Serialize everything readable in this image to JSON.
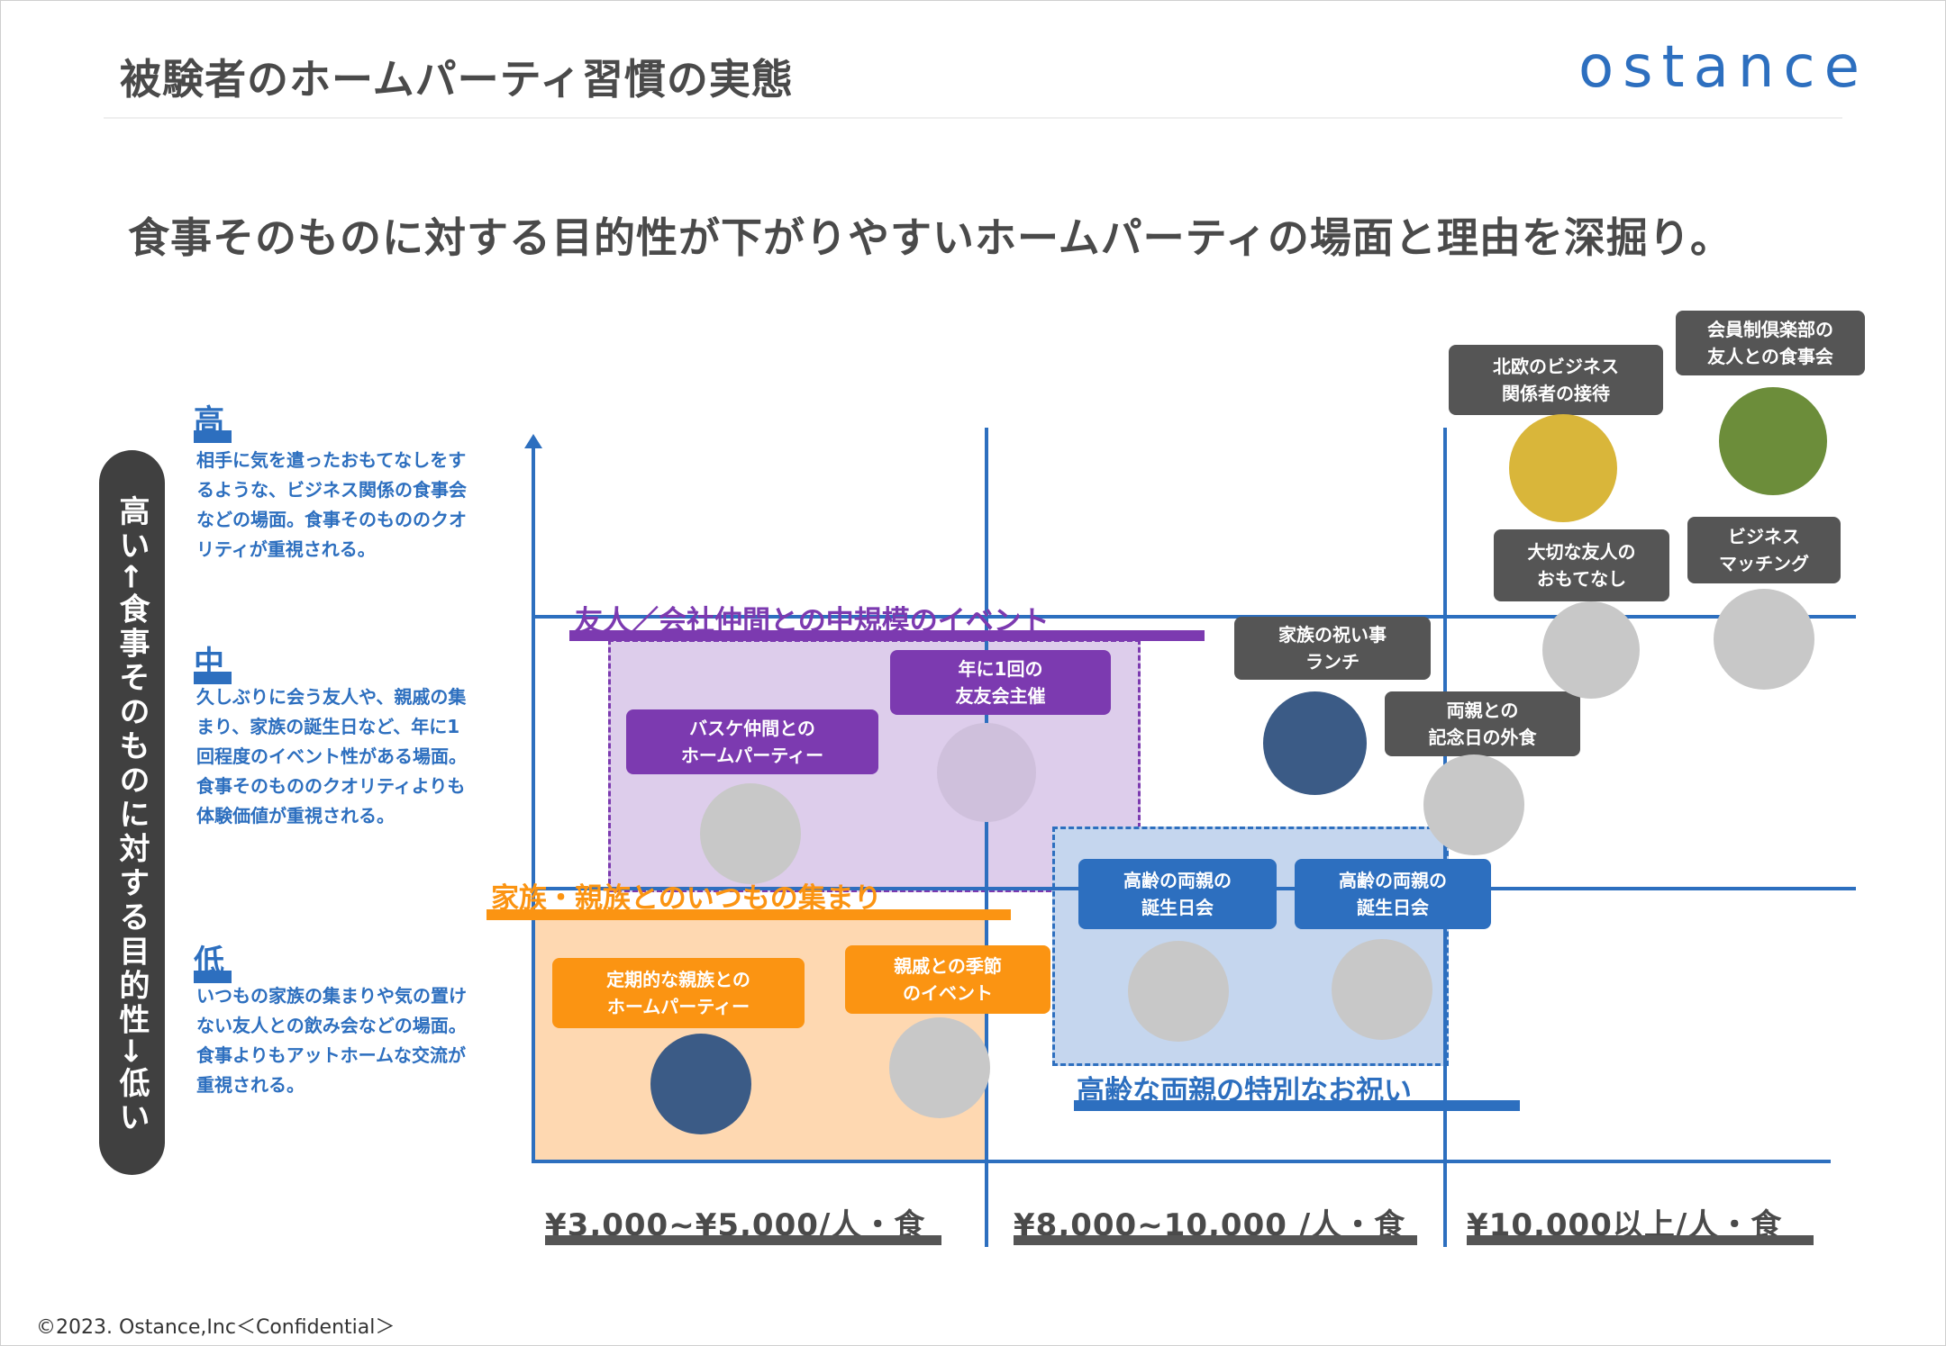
{
  "header": {
    "title": "被験者のホームパーティ習慣の実態",
    "logo": "ostance"
  },
  "subtitle": "食事そのものに対する目的性が下がりやすいホームパーティの場面と理由を深掘り。",
  "y_axis": {
    "label": "高い←食事そのものに対する目的性→低い"
  },
  "levels": [
    {
      "name": "高",
      "desc": "相手に気を遣ったおもてなしをするような、ビジネス関係の食事会などの場面。食事そのもののクオリティが重視される。"
    },
    {
      "name": "中",
      "desc": "久しぶりに会う友人や、親戚の集まり、家族の誕生日など、年に1回程度のイベント性がある場面。食事そのもののクオリティよりも体験価値が重視される。"
    },
    {
      "name": "低",
      "desc": "いつもの家族の集まりや気の置けない友人との飲み会などの場面。食事よりもアットホームな交流が重視される。"
    }
  ],
  "zones": {
    "purple": "友人／会社仲間との中規模のイベント",
    "orange": "家族・親族とのいつもの集まり",
    "blue": "高齢な両親の特別なお祝い"
  },
  "boxes": {
    "p1": "バスケ仲間との\nホームパーティー",
    "p2": "年に1回の\n友友会主催",
    "o1": "定期的な親族との\nホームパーティー",
    "o2": "親戚との季節\nのイベント",
    "b1": "高齢の両親の\n誕生日会",
    "b2": "高齢の両親の\n誕生日会",
    "g1": "家族の祝い事\nランチ",
    "g2": "両親との\n記念日の外食",
    "g3": "大切な友人の\nおもてなし",
    "g4": "ビジネス\nマッチング",
    "g5": "北欧のビジネス\n関係者の接待",
    "g6": "会員制倶楽部の\n友人との食事会"
  },
  "prices": [
    "¥3,000~¥5,000/人・食",
    "¥8,000~10,000 /人・食",
    "¥10,000以上/人・食"
  ],
  "colors": {
    "axis_blue": "#2d6fbf",
    "purple": "#7c3ab0",
    "orange": "#fb9412",
    "gray": "#555555"
  },
  "footer": "©2023. Ostance,Inc＜Confidential＞"
}
